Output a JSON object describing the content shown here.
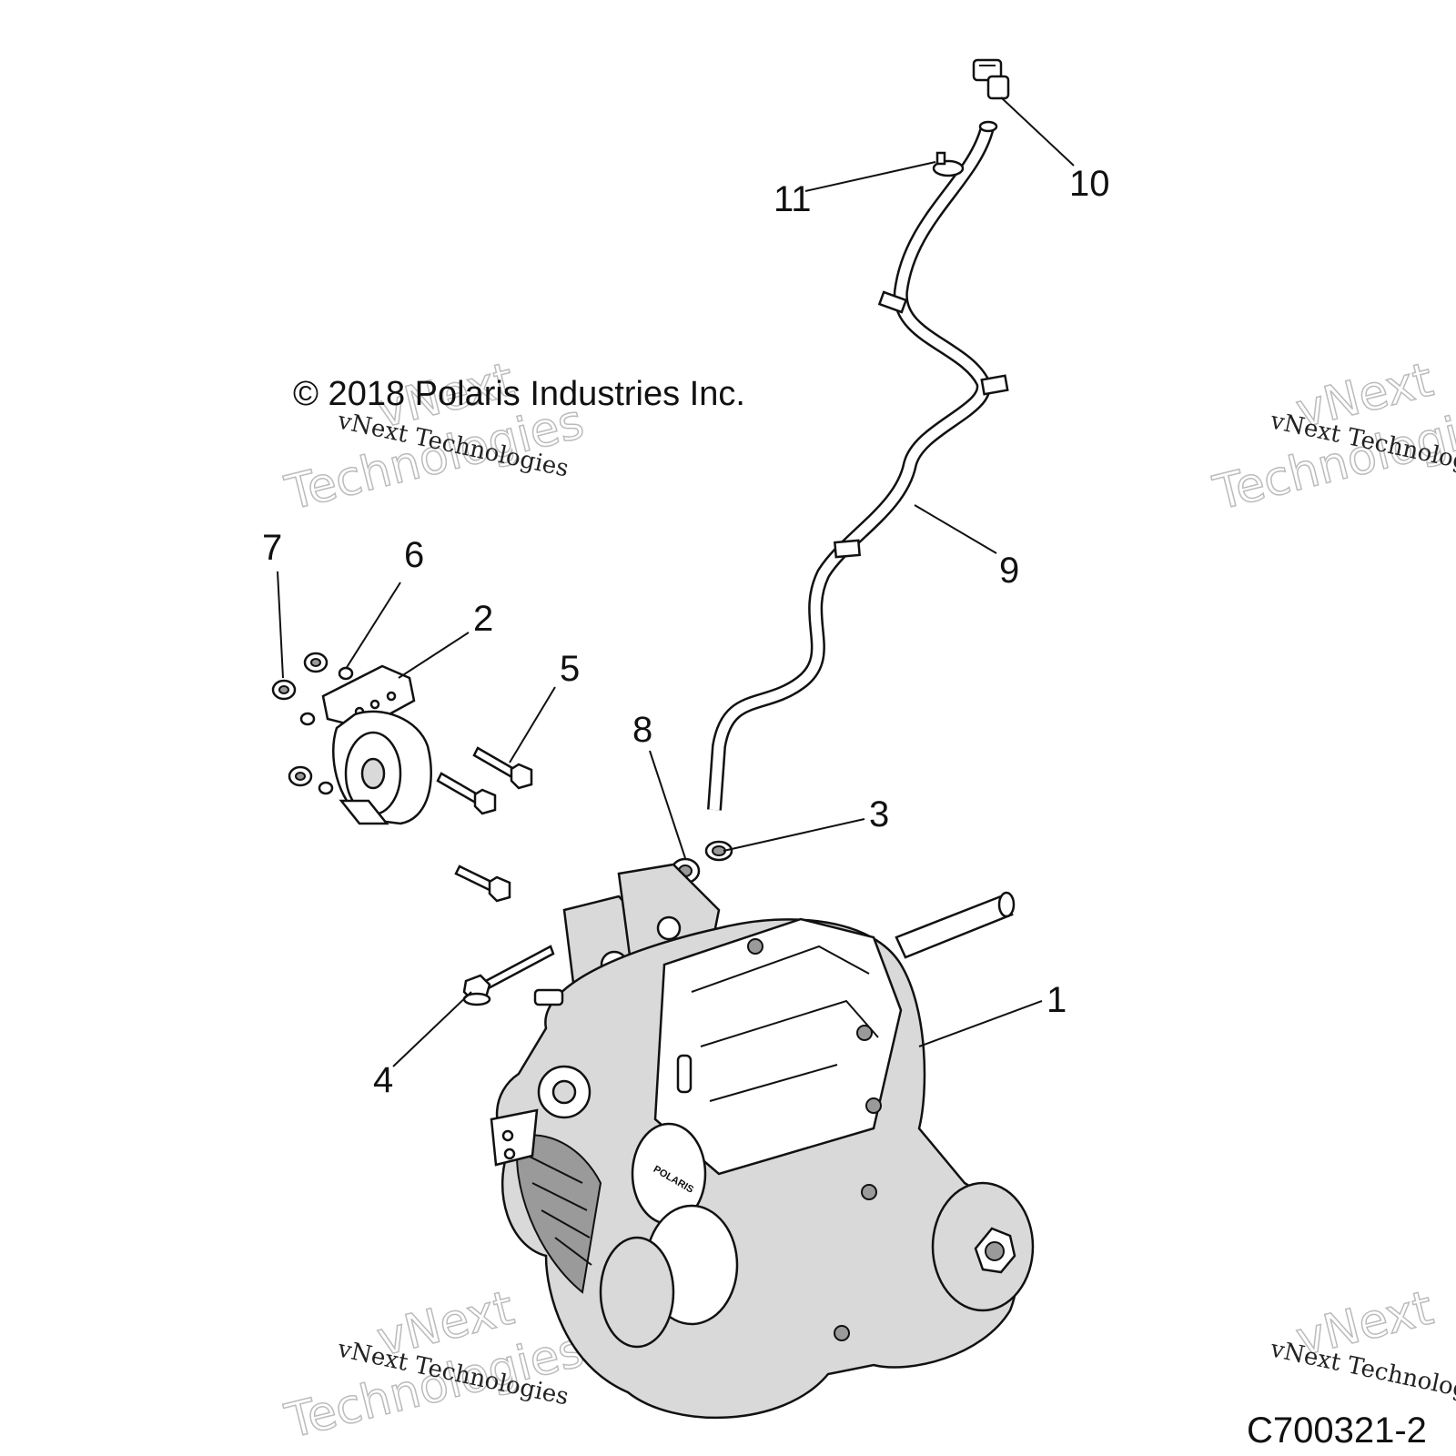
{
  "diagram": {
    "copyright": "© 2018 Polaris Industries Inc.",
    "figure_code": "C700321-2",
    "watermarks": {
      "small_text": "vNext Technologies",
      "big_line1": "vNext",
      "big_line2": "Technologies"
    },
    "callouts": [
      {
        "id": "1",
        "label": "1"
      },
      {
        "id": "2",
        "label": "2"
      },
      {
        "id": "3",
        "label": "3"
      },
      {
        "id": "4",
        "label": "4"
      },
      {
        "id": "5",
        "label": "5"
      },
      {
        "id": "6",
        "label": "6"
      },
      {
        "id": "7",
        "label": "7"
      },
      {
        "id": "8",
        "label": "8"
      },
      {
        "id": "9",
        "label": "9"
      },
      {
        "id": "10",
        "label": "10"
      },
      {
        "id": "11",
        "label": "11"
      }
    ],
    "brand_mark": "POLARIS"
  }
}
